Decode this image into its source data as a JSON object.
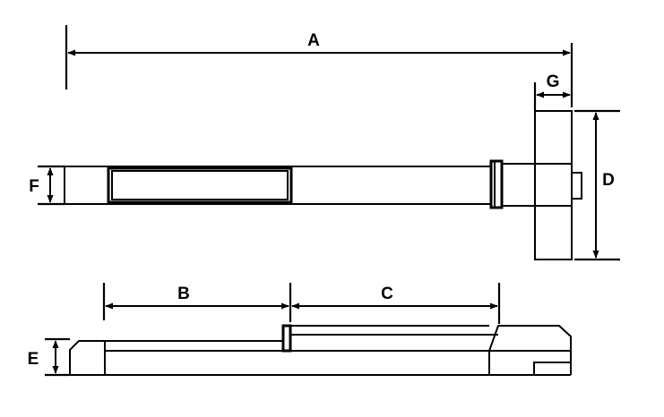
{
  "labels": {
    "a": "A",
    "b": "B",
    "c": "C",
    "d": "D",
    "e": "E",
    "f": "F",
    "g": "G"
  },
  "colors": {
    "line": "#000000",
    "background": "#ffffff"
  }
}
